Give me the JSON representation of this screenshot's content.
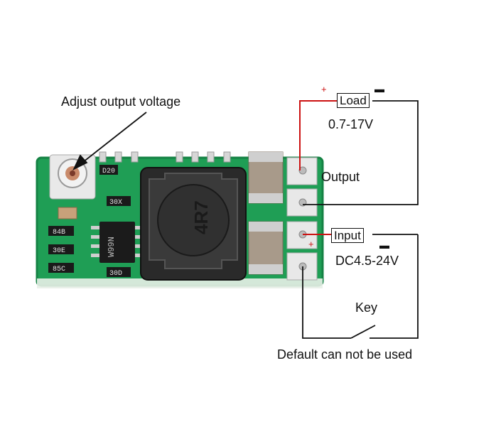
{
  "annotations": {
    "adjust_label": "Adjust output voltage",
    "load_label": "Load",
    "load_range": "0.7-17V",
    "output_label": "Output",
    "input_label": "Input",
    "input_range": "DC4.5-24V",
    "key_label": "Key",
    "default_note": "Default can not be used",
    "plus_sign": "+",
    "minus_sign": "▬"
  },
  "board_markings": {
    "inductor_code": "4R7",
    "ic_code": "W99N",
    "smd_codes": [
      "30X",
      "84B",
      "30E",
      "85C",
      "30D",
      "D20"
    ]
  },
  "colors": {
    "pcb": "#1f9e55",
    "pcb_edge": "#158244",
    "wire_positive": "#cc1111",
    "wire_negative": "#111111",
    "inductor": "#2a2a2a",
    "capacitor": "#a89a8a",
    "solder": "#c9c9c9"
  }
}
